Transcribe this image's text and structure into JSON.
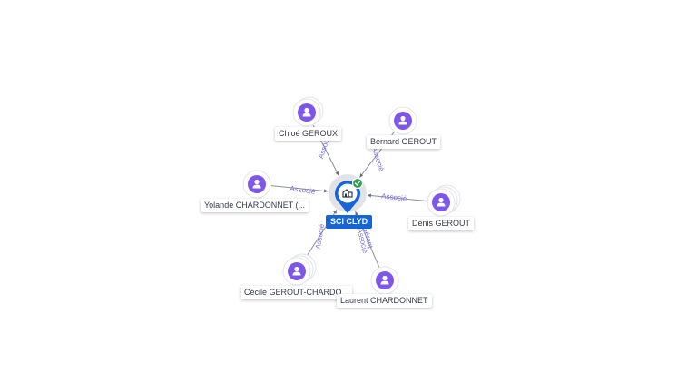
{
  "center": {
    "label": "SCI CLYD",
    "icon": "building-icon",
    "badge_icon": "check-icon",
    "colors": {
      "pin": "#1565d8",
      "badge": "#2e9e4f",
      "halo": "#d9dce3"
    }
  },
  "people": [
    {
      "id": "chloe",
      "label": "Chloé GEROUX",
      "edge_label": "Associé"
    },
    {
      "id": "bernard",
      "label": "Bernard GEROUT",
      "edge_label": "Associé"
    },
    {
      "id": "yolande",
      "label": "Yolande CHARDONNET (...",
      "edge_label": "Associé"
    },
    {
      "id": "denis",
      "label": "Denis GEROUT",
      "edge_label": "Associé"
    },
    {
      "id": "cecile",
      "label": "Cécile GEROUT-CHARDO...",
      "edge_label": "Associé"
    },
    {
      "id": "laurent",
      "label": "Laurent CHARDONNET",
      "edge_label": "Gérant",
      "edge_label_2": "Associé"
    }
  ],
  "colors": {
    "person": "#7e57e8",
    "edge": "#8a8f9c",
    "edge_label": "#7b6fd6"
  },
  "person_icon": "person-icon"
}
